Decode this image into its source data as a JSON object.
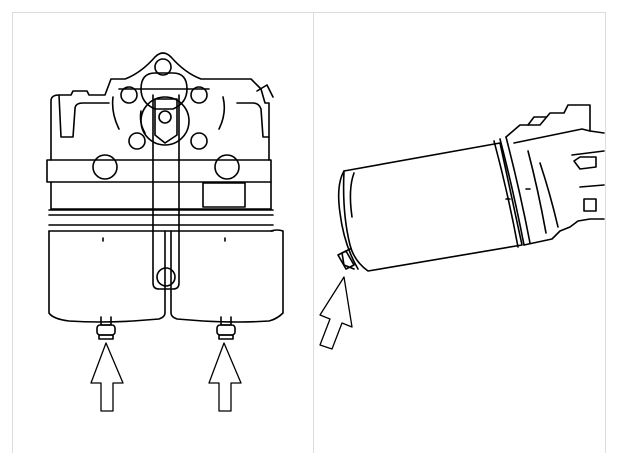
{
  "figure": {
    "panels": [
      {
        "view": "front",
        "arrow_count": 2,
        "icon": "drain-plug-arrow-icon"
      },
      {
        "view": "side",
        "arrow_count": 1,
        "icon": "drain-plug-arrow-icon"
      }
    ],
    "colors": {
      "line": "#000000",
      "background": "#ffffff",
      "frame": "#dcdcdc"
    }
  }
}
